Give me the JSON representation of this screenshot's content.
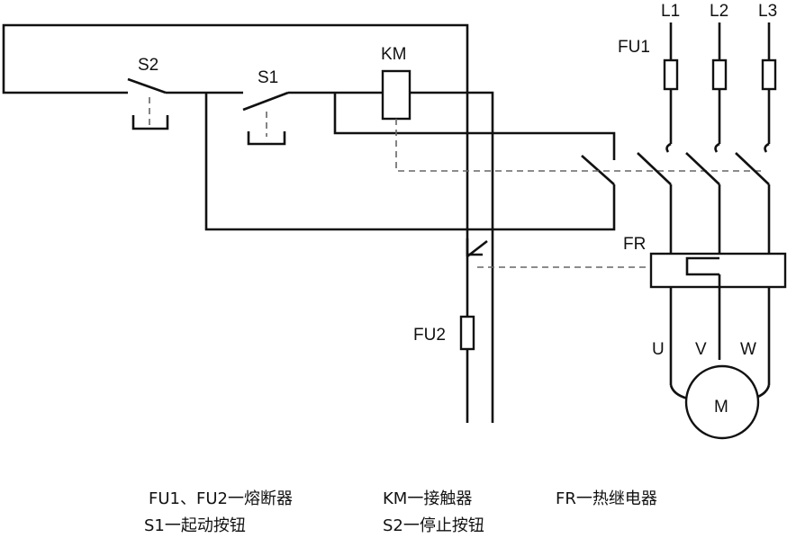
{
  "diagram": {
    "labels": {
      "s2": "S2",
      "s1": "S1",
      "km": "KM",
      "fu1": "FU1",
      "l1": "L1",
      "l2": "L2",
      "l3": "L3",
      "fr": "FR",
      "fu2": "FU2",
      "u": "U",
      "v": "V",
      "w": "W",
      "m": "M"
    },
    "legend": {
      "fu": "FU1、FU2一熔断器",
      "km": "KM一接触器",
      "fr": "FR一热继电器",
      "s1": "S1一起动按钮",
      "s2": "S2一停止按钮"
    }
  }
}
